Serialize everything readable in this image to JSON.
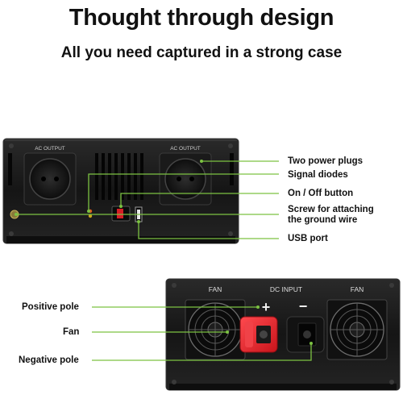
{
  "heading": {
    "title": "Thought through design",
    "subtitle": "All you need captured in a strong case"
  },
  "front_panel": {
    "socket_label_left": "AC OUTPUT",
    "socket_label_right": "AC OUTPUT",
    "callouts": [
      {
        "text": "Two power plugs"
      },
      {
        "text": "Signal diodes"
      },
      {
        "text": "On / Off button"
      },
      {
        "text_line1": "Screw for attaching",
        "text_line2": "the ground wire"
      },
      {
        "text": "USB port"
      }
    ]
  },
  "rear_panel": {
    "fan_left_label": "FAN",
    "dc_input_label": "DC INPUT",
    "fan_right_label": "FAN",
    "plus_sign": "+",
    "minus_sign": "−",
    "callouts": [
      {
        "text": "Positive pole"
      },
      {
        "text": "Fan"
      },
      {
        "text": "Negative pole"
      }
    ]
  },
  "colors": {
    "accent_green": "#7cc242",
    "terminal_red": "#e2232a",
    "case_black": "#1b1b1b"
  }
}
